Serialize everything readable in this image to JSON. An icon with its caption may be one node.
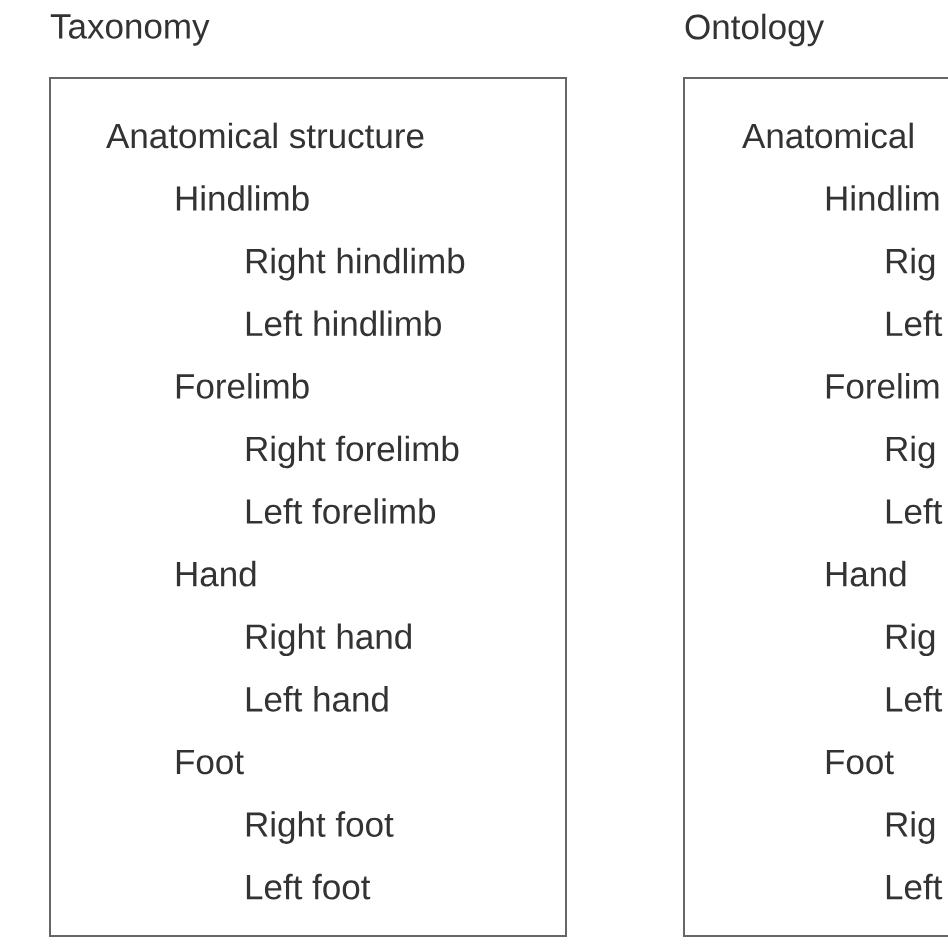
{
  "diagram": {
    "nodes": [
      {
        "text": [
          "Taxonomy",
          "Anatomical structure",
          "Hindlimb",
          "Right hindlimb",
          "Left hindlimb",
          "Forelimb",
          "Right forelimb",
          "Left forelimb",
          "Hand",
          "Right hand",
          "Left hand",
          "Foot",
          "Right foot",
          "Left foot"
        ]
      },
      {
        "text": [
          "Ontology",
          "Anatomical",
          "Hindlim",
          "Rig",
          "Left",
          "Forelim",
          "Rig",
          "Left",
          "Hand",
          "Rig",
          "Left",
          "Foot",
          "Rig",
          "Left"
        ]
      }
    ]
  }
}
